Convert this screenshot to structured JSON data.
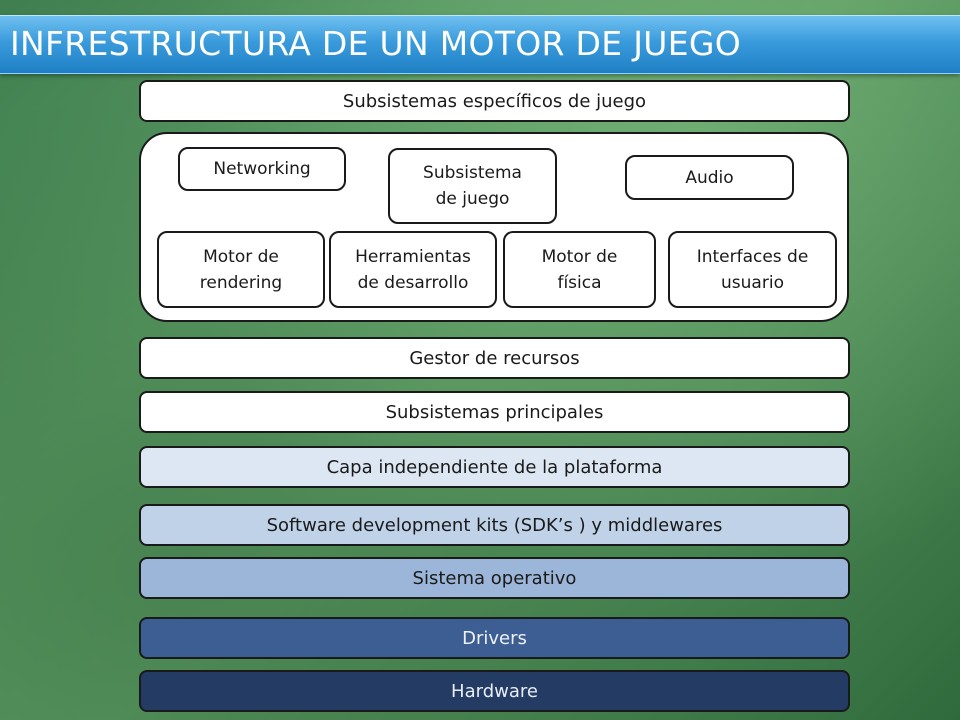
{
  "title": "INFRESTRUCTURA DE UN MOTOR DE JUEGO",
  "layers": {
    "subsistemas_especificos": "Subsistemas específicos de juego",
    "gestor_recursos": "Gestor de recursos",
    "subsistemas_principales": "Subsistemas principales",
    "capa_independiente": "Capa independiente de la plataforma",
    "sdk": "Software development kits (SDK’s ) y middlewares",
    "sistema_operativo": "Sistema operativo",
    "drivers": "Drivers",
    "hardware": "Hardware"
  },
  "components": {
    "networking": "Networking",
    "subsistema_juego": [
      "Subsistema",
      "de juego"
    ],
    "audio": "Audio",
    "motor_rendering": [
      "Motor de",
      "rendering"
    ],
    "herramientas": [
      "Herramientas",
      "de desarrollo"
    ],
    "motor_fisica": [
      "Motor de",
      "física"
    ],
    "interfaces": [
      "Interfaces de",
      "usuario"
    ]
  },
  "colors": {
    "title_bar": "#3a9bdc",
    "capa_independiente": "#dde7f3",
    "sdk": "#c0d2e8",
    "sistema_operativo": "#9cb6d9",
    "drivers": "#3d5e92",
    "hardware": "#243c63"
  }
}
